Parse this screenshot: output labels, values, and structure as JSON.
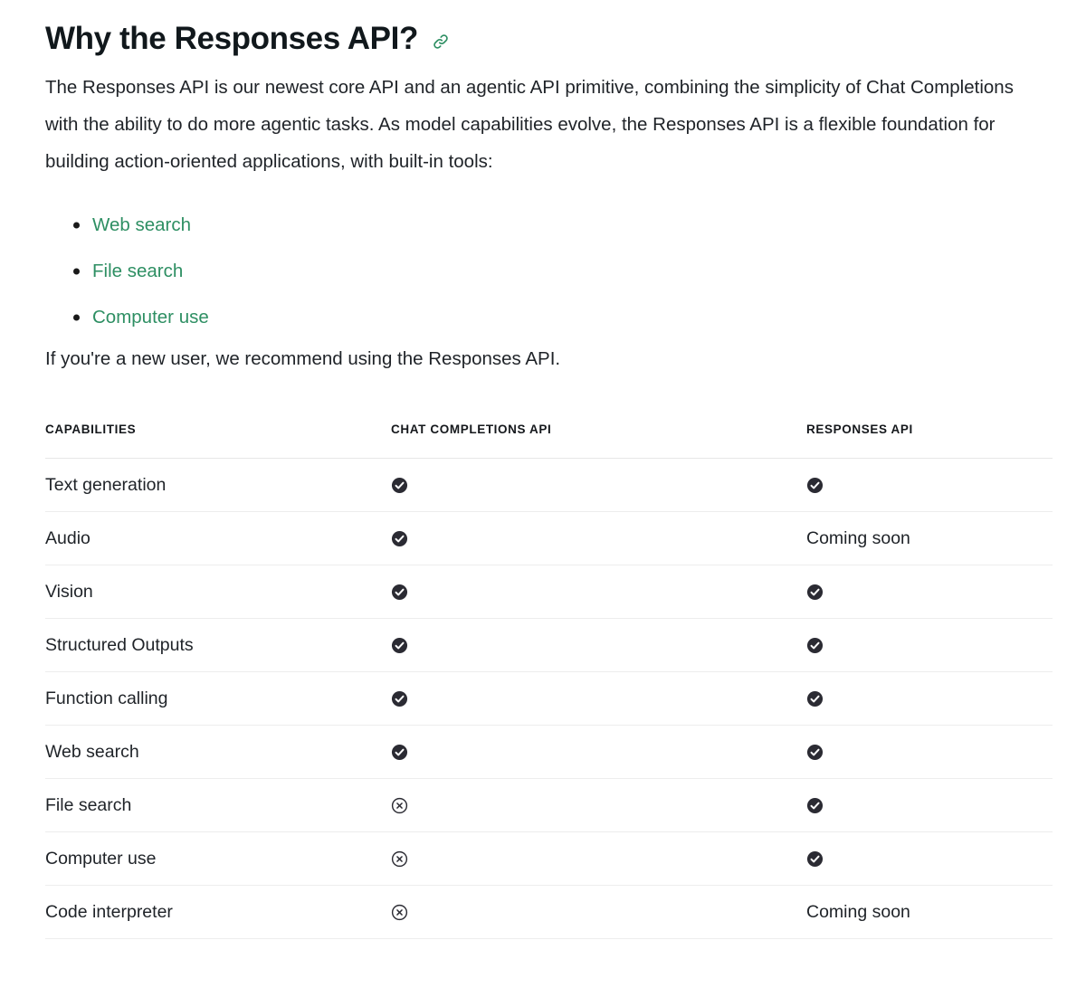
{
  "header": {
    "title": "Why the Responses API?",
    "anchor_icon": "link-icon",
    "anchor_color": "#2e8f63"
  },
  "intro": {
    "paragraph": "The Responses API is our newest core API and an agentic API primitive, combining the simplicity of Chat Completions with the ability to do more agentic tasks. As model capabilities evolve, the Responses API is a flexible foundation for building action-oriented applications, with built-in tools:"
  },
  "tools": [
    {
      "label": "Web search",
      "name": "web-search"
    },
    {
      "label": "File search",
      "name": "file-search"
    },
    {
      "label": "Computer use",
      "name": "computer-use"
    }
  ],
  "recommendation": {
    "paragraph": "If you're a new user, we recommend using the Responses API."
  },
  "table": {
    "columns": [
      "CAPABILITIES",
      "CHAT COMPLETIONS API",
      "RESPONSES API"
    ],
    "rows": [
      {
        "capability": "Text generation",
        "chat": {
          "type": "check",
          "icon": "check-circle-filled-icon"
        },
        "responses": {
          "type": "check",
          "icon": "check-circle-filled-icon"
        }
      },
      {
        "capability": "Audio",
        "chat": {
          "type": "check",
          "icon": "check-circle-filled-icon"
        },
        "responses": {
          "type": "text",
          "label": "Coming soon"
        }
      },
      {
        "capability": "Vision",
        "chat": {
          "type": "check",
          "icon": "check-circle-filled-icon"
        },
        "responses": {
          "type": "check",
          "icon": "check-circle-filled-icon"
        }
      },
      {
        "capability": "Structured Outputs",
        "chat": {
          "type": "check",
          "icon": "check-circle-filled-icon"
        },
        "responses": {
          "type": "check",
          "icon": "check-circle-filled-icon"
        }
      },
      {
        "capability": "Function calling",
        "chat": {
          "type": "check",
          "icon": "check-circle-filled-icon"
        },
        "responses": {
          "type": "check",
          "icon": "check-circle-filled-icon"
        }
      },
      {
        "capability": "Web search",
        "chat": {
          "type": "check",
          "icon": "check-circle-filled-icon"
        },
        "responses": {
          "type": "check",
          "icon": "check-circle-filled-icon"
        }
      },
      {
        "capability": "File search",
        "chat": {
          "type": "cross",
          "icon": "x-circle-outline-icon"
        },
        "responses": {
          "type": "check",
          "icon": "check-circle-filled-icon"
        }
      },
      {
        "capability": "Computer use",
        "chat": {
          "type": "cross",
          "icon": "x-circle-outline-icon"
        },
        "responses": {
          "type": "check",
          "icon": "check-circle-filled-icon"
        }
      },
      {
        "capability": "Code interpreter",
        "chat": {
          "type": "cross",
          "icon": "x-circle-outline-icon"
        },
        "responses": {
          "type": "text",
          "label": "Coming soon"
        }
      }
    ]
  },
  "colors": {
    "link_green": "#2e8f63",
    "check_fill": "#2b2b33",
    "text": "#1f2328",
    "border": "#ededed",
    "background": "#ffffff"
  }
}
